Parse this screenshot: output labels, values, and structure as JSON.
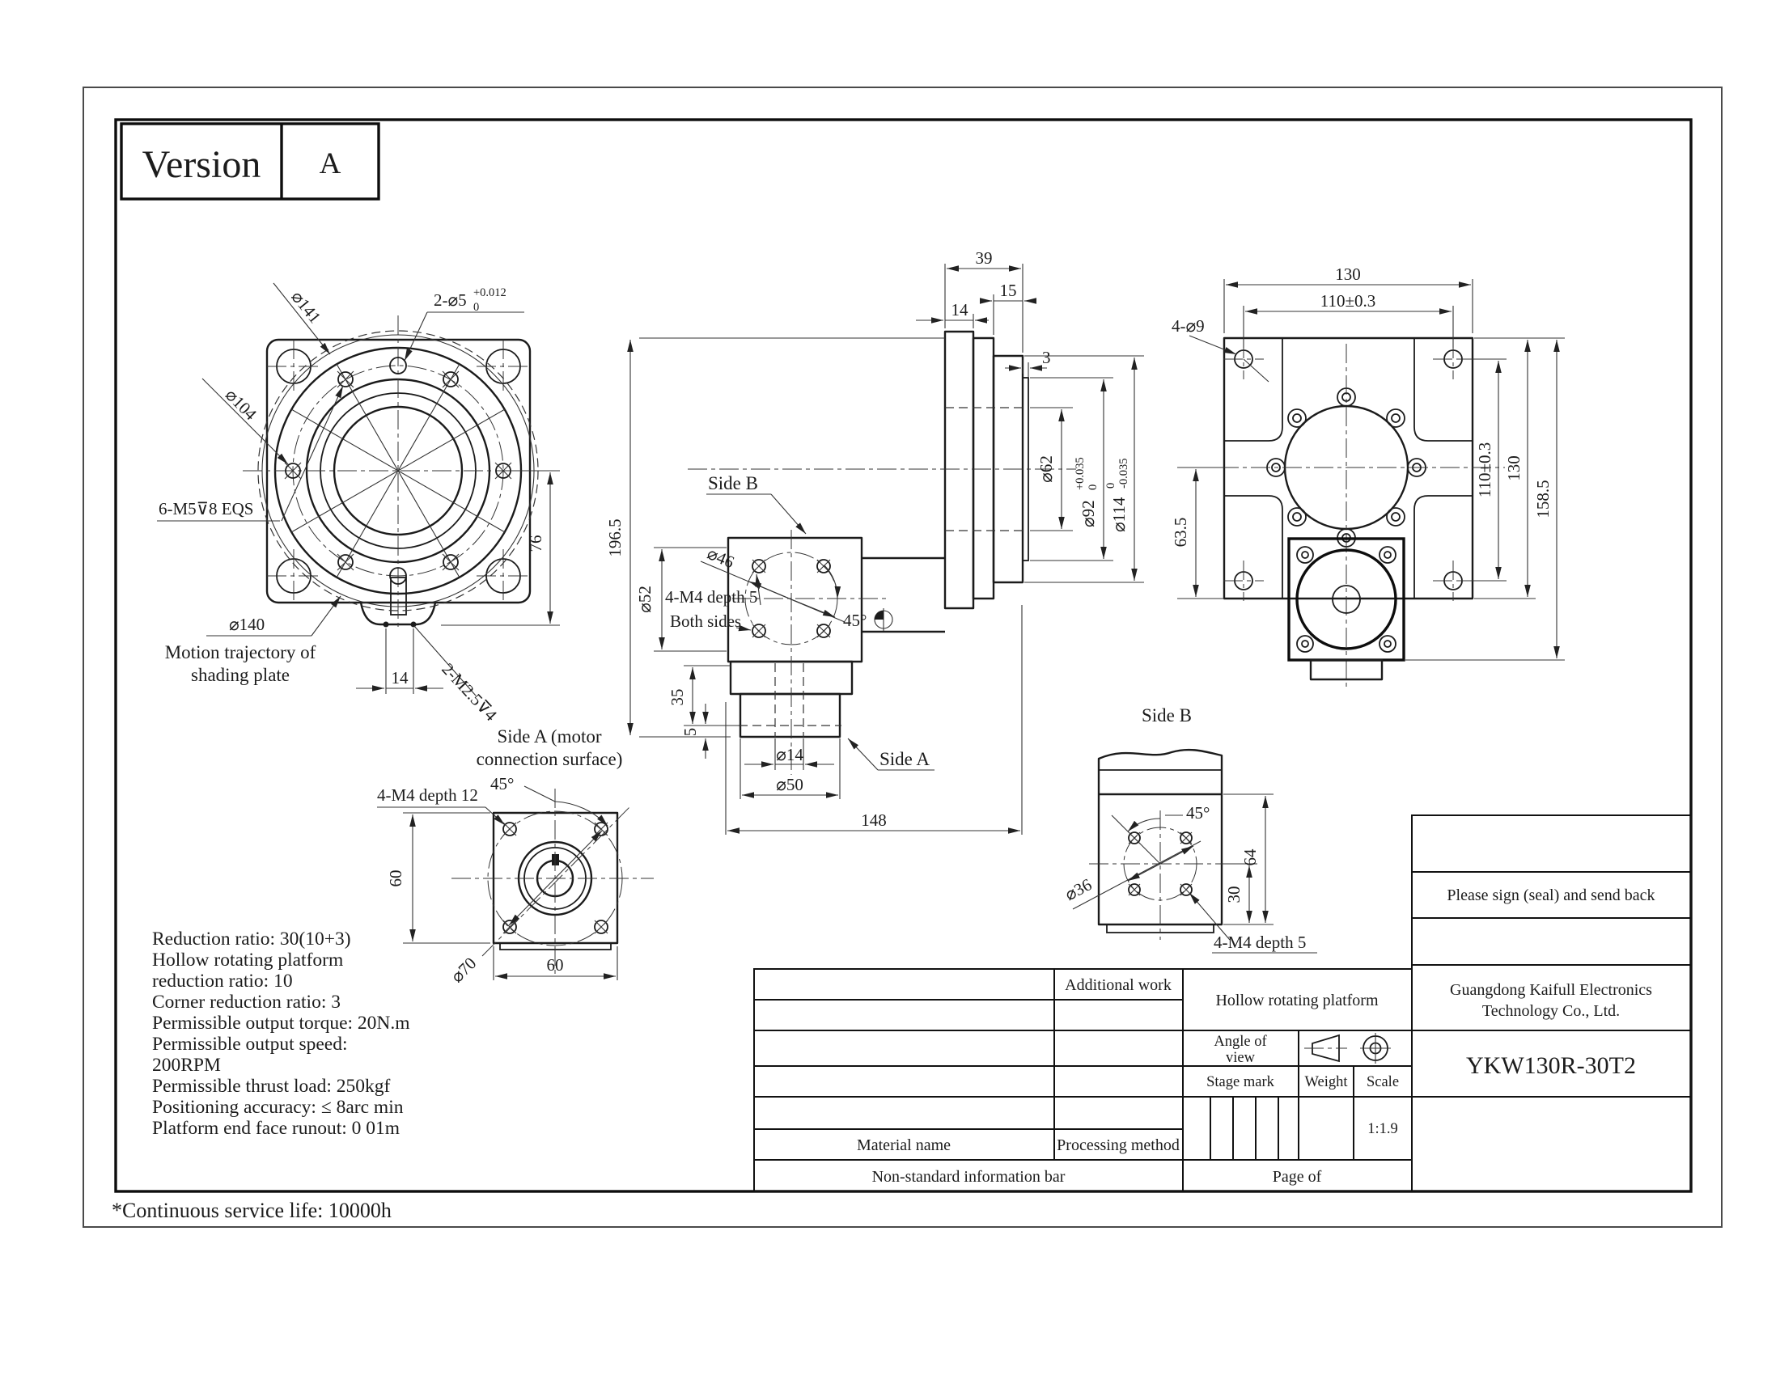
{
  "version_block": {
    "label": "Version",
    "value": "A"
  },
  "front_view": {
    "dia141": "⌀141",
    "pins": "2-⌀5",
    "pins_tol_up": "+0.012",
    "pins_tol_dn": "0",
    "dia104": "⌀104",
    "screws": "6-M5⊽8 EQS",
    "dia140": "⌀140",
    "note_line1": "Motion trajectory of",
    "note_line2": "shading plate",
    "dim_14": "14",
    "taps": "2-M2.5⊽4",
    "dim_76": "76"
  },
  "side_view": {
    "label_side_b": "Side B",
    "label_side_a": "Side A",
    "dim_height": "196.5",
    "dia46": "⌀46",
    "dia52": "⌀52",
    "m4_note": "4-M4 depth 5",
    "m4_note2": "Both sides",
    "angle": "45°",
    "dim_35": "35",
    "dim_5": "5",
    "dia14": "⌀14",
    "dia50": "⌀50",
    "dim_148": "148",
    "dim_39": "39",
    "dim_15": "15",
    "dim_14": "14",
    "dim_3": "3",
    "dia62": "⌀62",
    "dia92": "⌀92",
    "dia92_tol_up": "+0.035",
    "dia92_tol_dn": "0",
    "dia114": "⌀114",
    "dia114_tol_up": "0",
    "dia114_tol_dn": "-0.035"
  },
  "top_view": {
    "dim_130_top": "130",
    "dim_110_top": "110±0.3",
    "holes": "4-⌀9",
    "dim_63_5": "63.5",
    "dim_110_right": "110±0.3",
    "dim_130_right": "130",
    "dim_158_5": "158.5"
  },
  "side_a_view": {
    "title_line1": "Side A (motor",
    "title_line2": "connection surface)",
    "taps": "4-M4 depth 12",
    "angle": "45°",
    "dim_60_left": "60",
    "dim_60_bottom": "60",
    "dia70": "⌀70"
  },
  "side_b_view": {
    "title": "Side B",
    "angle": "45°",
    "dia36": "⌀36",
    "dim_64": "64",
    "dim_30": "30",
    "taps": "4-M4 depth 5"
  },
  "specs": {
    "lines": [
      "Reduction ratio: 30(10+3)",
      "Hollow rotating platform",
      "reduction ratio: 10",
      "Corner reduction ratio: 3",
      "Permissible output torque: 20N.m",
      "Permissible output speed:",
      "200RPM",
      "Permissible thrust load: 250kgf",
      "Positioning accuracy: ≤ 8arc min",
      "Platform end face runout: 0 01m"
    ]
  },
  "title_block": {
    "additional_work": "Additional work",
    "material_name": "Material name",
    "processing_method": "Processing method",
    "non_standard": "Non-standard information bar",
    "product_name": "Hollow rotating platform",
    "angle_of_view_line1": "Angle of",
    "angle_of_view_line2": "view",
    "stage_mark": "Stage mark",
    "weight": "Weight",
    "scale": "Scale",
    "scale_value": "1:1.9",
    "page_of": "Page of",
    "sign_back": "Please sign (seal) and send back",
    "company_line1": "Guangdong Kaifull Electronics",
    "company_line2": "Technology Co., Ltd.",
    "part_number": "YKW130R-30T2"
  },
  "footnote": "*Continuous service life: 10000h",
  "colors": {
    "line": "#1b1b1b",
    "background": "#ffffff"
  }
}
